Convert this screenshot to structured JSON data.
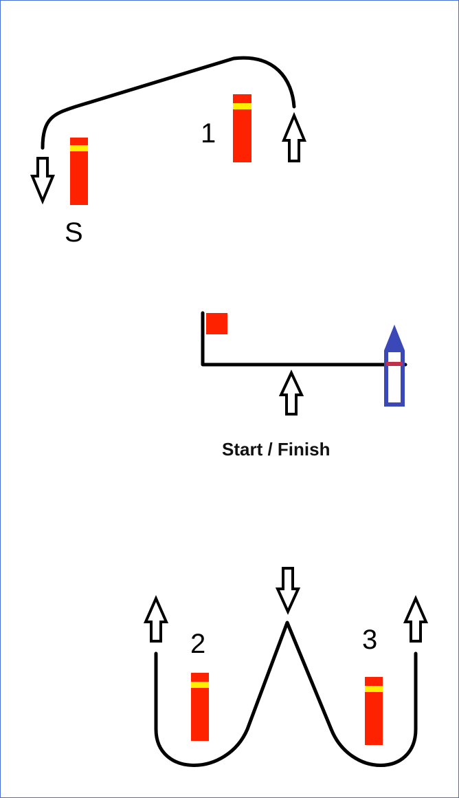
{
  "colors": {
    "course_line": "#000000",
    "buoy_body": "#ff2200",
    "buoy_band": "#ffee00",
    "flag": "#ff2200",
    "committee_boat": "#3b48b8",
    "committee_boat_band": "#c0304a",
    "frame_border": "#4a6fd4"
  },
  "marks": {
    "start_mark": {
      "label": "S"
    },
    "mark_1": {
      "label": "1"
    },
    "mark_2": {
      "label": "2"
    },
    "mark_3": {
      "label": "3"
    }
  },
  "start_line": {
    "caption": "Start / Finish"
  },
  "icons": [
    "down-arrow-icon",
    "up-arrow-icon",
    "flag-icon",
    "committee-boat-icon",
    "buoy-icon"
  ]
}
